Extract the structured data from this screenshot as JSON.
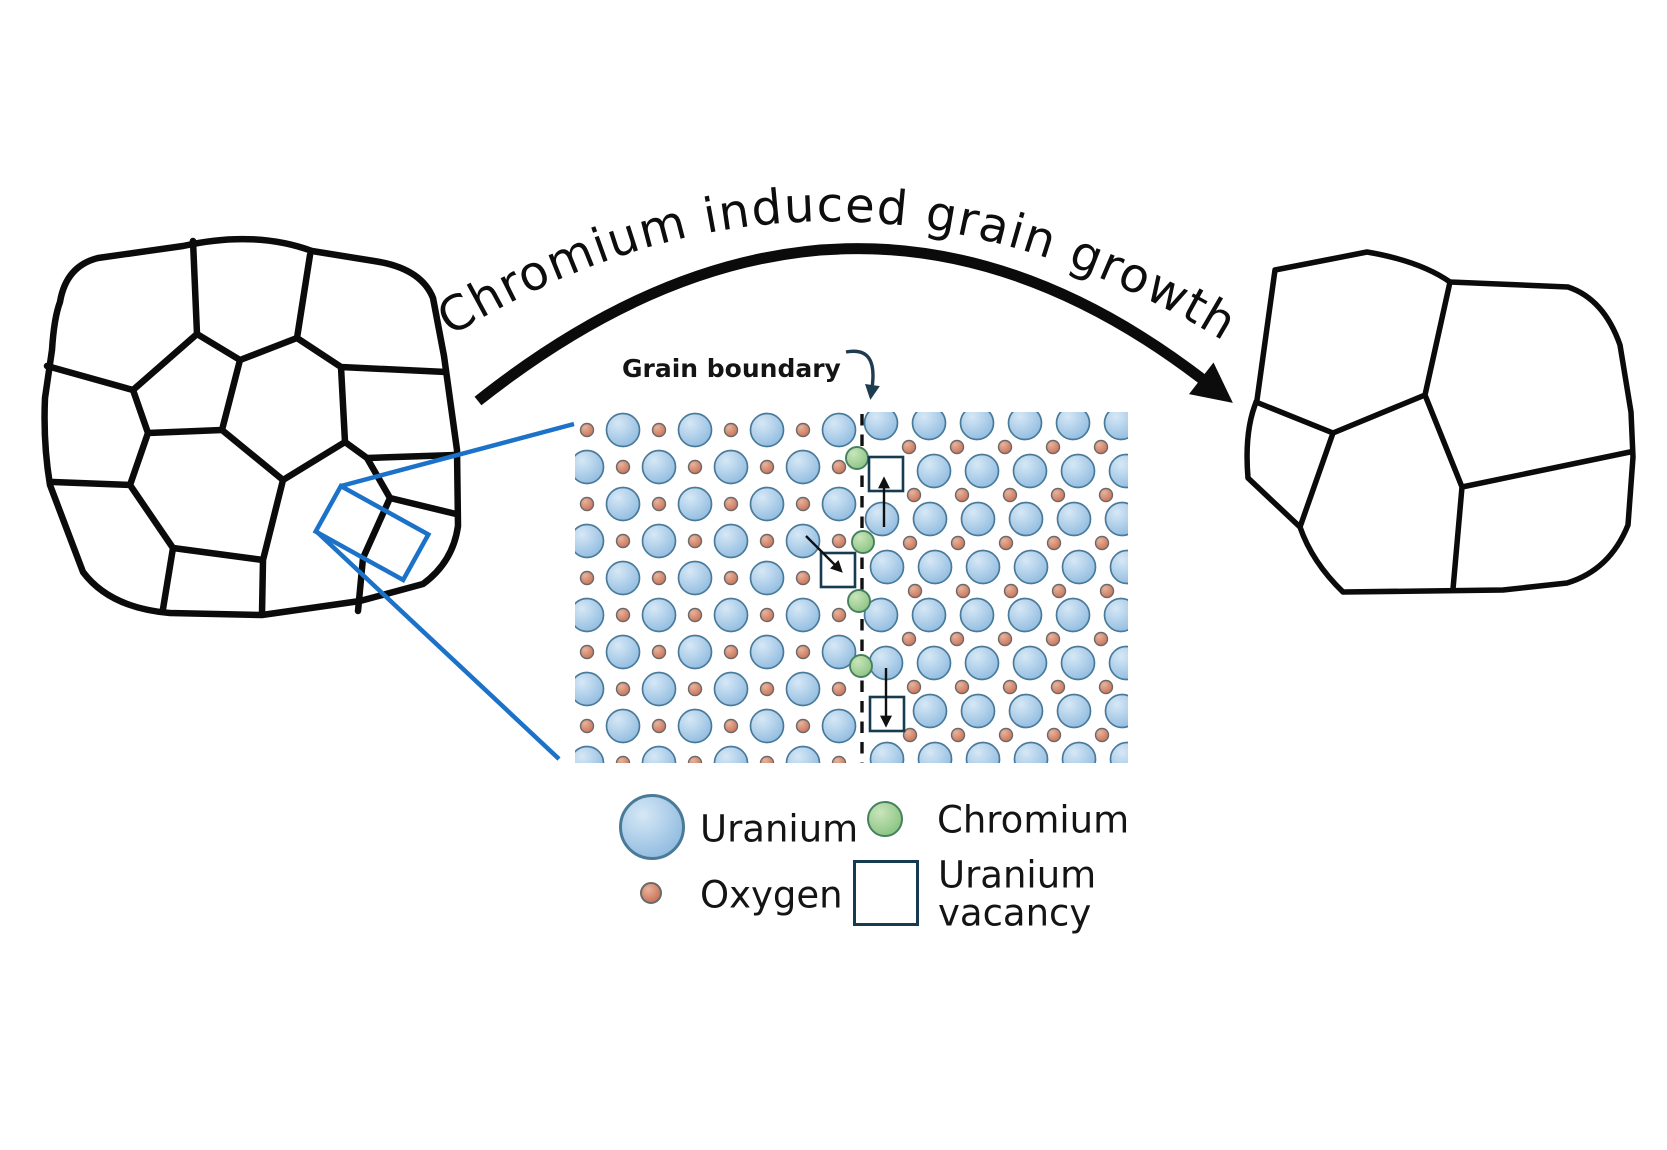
{
  "title": {
    "text": "Chromium induced grain growth"
  },
  "lattice": {
    "grain_boundary_label": "Grain boundary"
  },
  "legend": {
    "uranium": "Uranium",
    "oxygen": "Oxygen",
    "chromium": "Chromium",
    "uranium_vacancy": "Uranium vacancy"
  },
  "colors": {
    "uranium_fill": "#92bce0",
    "uranium_highlight": "#d6e8f6",
    "uranium_edge": "#4a7a99",
    "oxygen_fill": "#c97358",
    "oxygen_highlight": "#e8b39c",
    "oxygen_edge": "#6a6a6a",
    "chromium_fill": "#8cc484",
    "chromium_highlight": "#c9e5ba",
    "chromium_edge": "#46815f",
    "vacancy_edge": "#163a50",
    "grain_outline": "#0b0b0b",
    "boundary_dash": "#111111",
    "callout_blue": "#1b72c8",
    "pointer_arrow": "#1d3c50",
    "title_color": "#0d0d0d",
    "text_color": "#141414"
  }
}
